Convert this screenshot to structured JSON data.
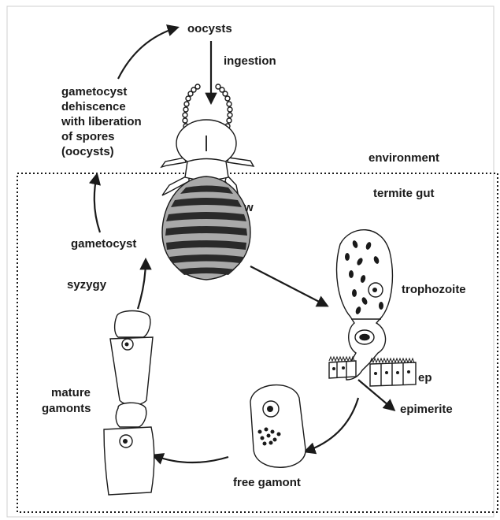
{
  "labels": {
    "oocysts": "oocysts",
    "ingestion": "ingestion",
    "dehiscence": [
      "gametocyst",
      "dehiscence",
      "with liberation",
      "of spores",
      "(oocysts)"
    ],
    "environment": "environment",
    "termite_gut": "termite gut",
    "w": "w",
    "gametocyst": "gametocyst",
    "syzygy": "syzygy",
    "trophozoite": "trophozoite",
    "ep": "ep",
    "epimerite": "epimerite",
    "mature_gamonts": [
      "mature",
      "gamonts"
    ],
    "free_gamont": "free gamont"
  },
  "colors": {
    "ink": "#1a1a1a",
    "termite_body": "#a9a9a9",
    "termite_stripes": "#2a2a2a",
    "frame": "#cfcfcf"
  }
}
